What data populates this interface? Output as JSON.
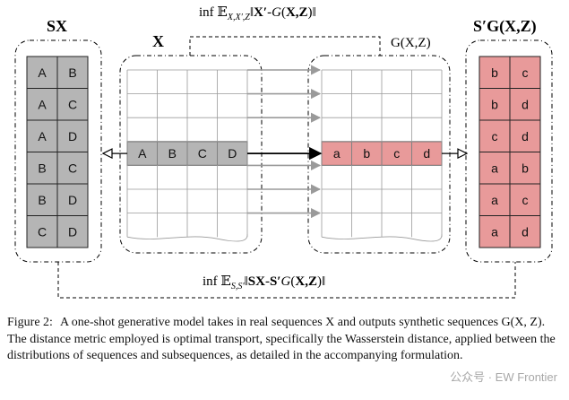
{
  "diagram": {
    "labels": {
      "sx_title": "SX",
      "x_title": "X",
      "gxz_title": "G(X,Z)",
      "sprime_title": "S′G(X,Z)"
    },
    "formula_top": "inf 𝔼X,X′,Z‖X′-G(X,Z)‖",
    "formula_bottom": "inf 𝔼S,S′‖SX-S′G(X,Z)‖",
    "sx_rows": [
      [
        "A",
        "B"
      ],
      [
        "A",
        "C"
      ],
      [
        "A",
        "D"
      ],
      [
        "B",
        "C"
      ],
      [
        "B",
        "D"
      ],
      [
        "C",
        "D"
      ]
    ],
    "x_highlight_row": [
      "A",
      "B",
      "C",
      "D"
    ],
    "gxz_highlight_row": [
      "a",
      "b",
      "c",
      "d"
    ],
    "sprime_rows": [
      [
        "b",
        "c"
      ],
      [
        "b",
        "d"
      ],
      [
        "c",
        "d"
      ],
      [
        "a",
        "b"
      ],
      [
        "a",
        "c"
      ],
      [
        "a",
        "d"
      ]
    ],
    "colors": {
      "gray_fill": "#b5b5b5",
      "pink_fill": "#e89a9a",
      "grid_line": "#9a9a9a",
      "arrow_gray": "#9a9a9a"
    }
  },
  "caption": {
    "label": "Figure 2:",
    "text": "A one-shot generative model takes in real sequences X and outputs synthetic sequences G(X, Z). The distance metric employed is optimal transport, specifically the Wasserstein distance, applied between the distributions of sequences and subsequences, as detailed in the accompanying formulation."
  },
  "watermark": "公众号 · EW Frontier"
}
